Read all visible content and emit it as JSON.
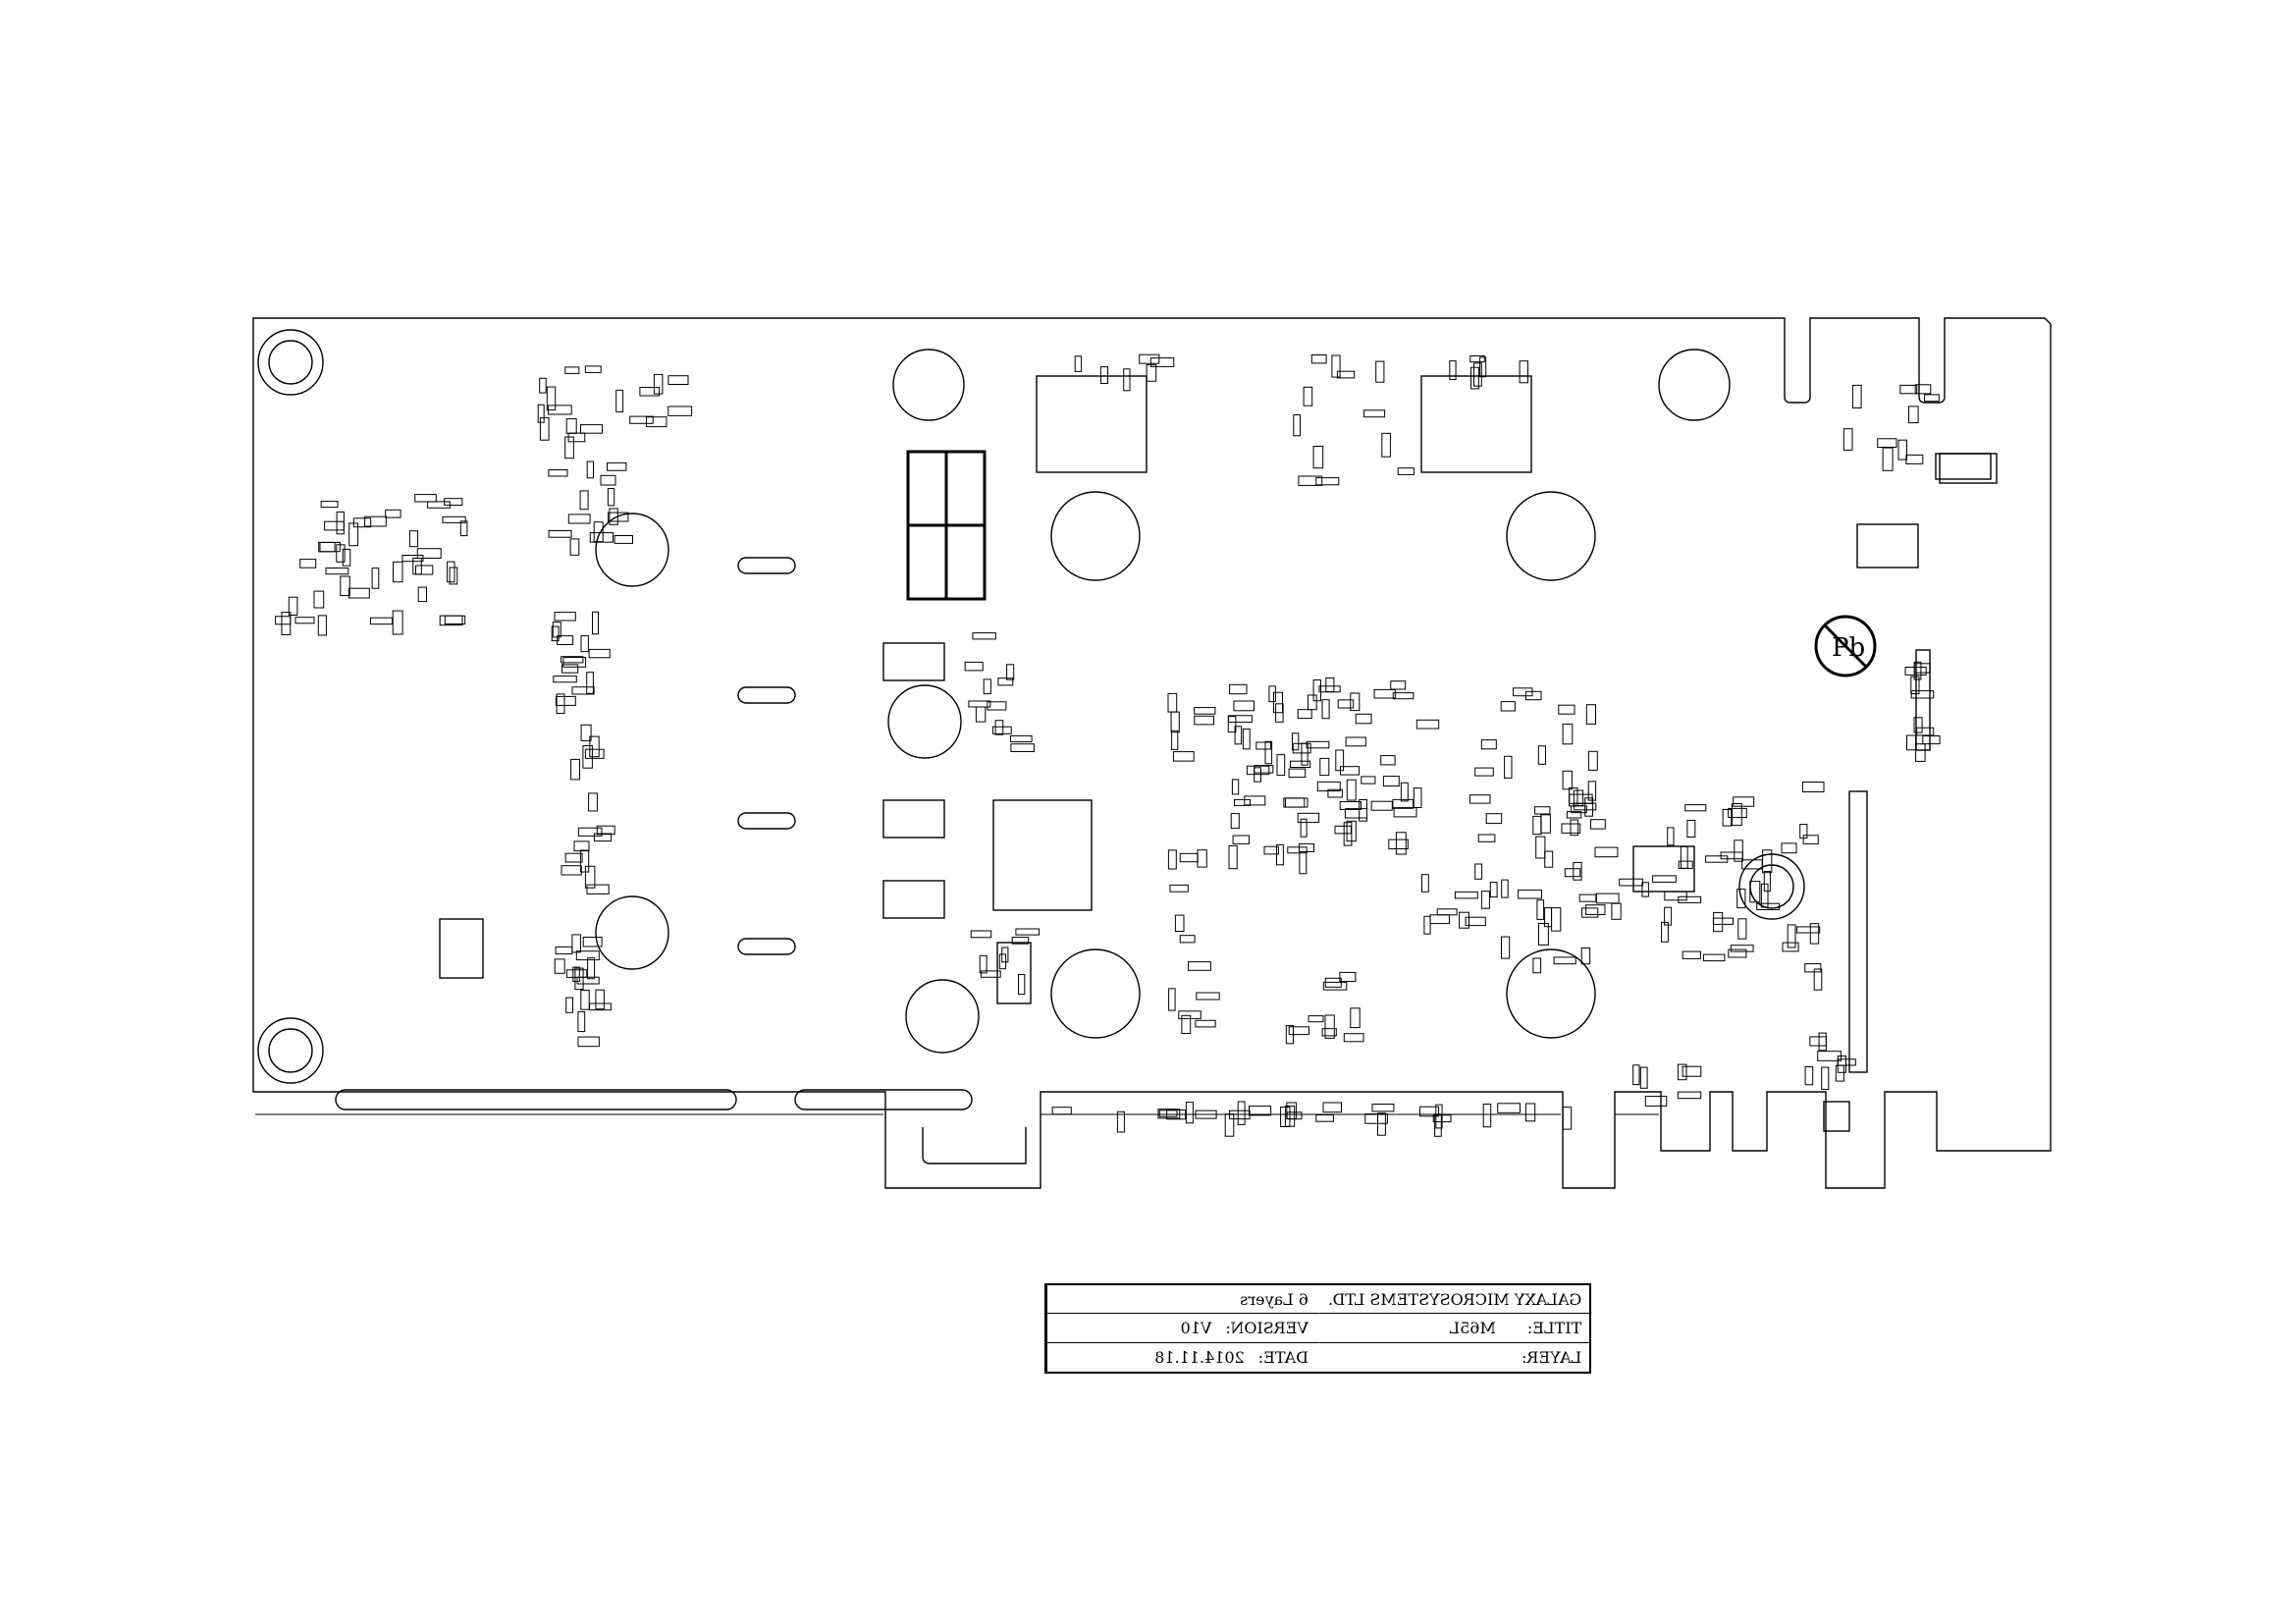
{
  "document": {
    "company": "GALAXY MICROSYSTEMS LTD.",
    "layers": "6 Layers",
    "title_label": "TITLE:",
    "title_value": "M65L",
    "version_label": "VERSION:",
    "version_value": "V10",
    "layer_label": "LAYER:",
    "date_label": "DATE:",
    "date_value": "2014.11.18"
  },
  "board": {
    "lead_free_mark": "Pb",
    "stroke_color": "#000000",
    "background_color": "#ffffff"
  }
}
